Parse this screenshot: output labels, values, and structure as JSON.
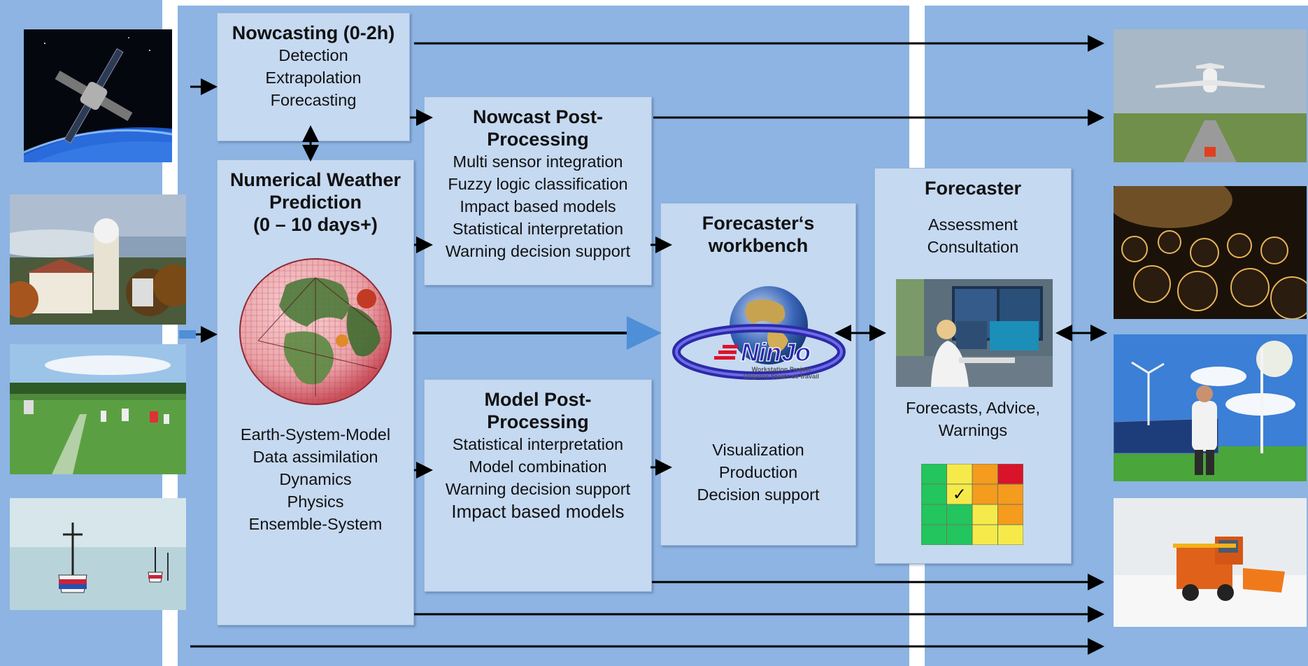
{
  "nowcasting": {
    "title": "Nowcasting (0-2h)",
    "items": [
      "Detection",
      "Extrapolation",
      "Forecasting"
    ]
  },
  "nwp": {
    "title_lines": [
      "Numerical Weather",
      "Prediction",
      "(0 – 10 days+)"
    ],
    "items": [
      "Earth-System-Model",
      "Data assimilation",
      "Dynamics",
      "Physics",
      "Ensemble-System"
    ]
  },
  "nowcast_post": {
    "title_lines": [
      "Nowcast Post-",
      "Processing"
    ],
    "items": [
      "Multi sensor integration",
      "Fuzzy  logic classification",
      "Impact based models",
      "Statistical interpretation",
      "Warning decision support"
    ]
  },
  "model_post": {
    "title_lines": [
      "Model Post-",
      "Processing"
    ],
    "items": [
      "Statistical interpretation",
      "Model combination",
      "Warning decision support",
      "Impact based models"
    ]
  },
  "workbench": {
    "title_lines": [
      "Forecaster‘s",
      "workbench"
    ],
    "logo_text": "NinJo",
    "logo_subtext": [
      "Workstation Project",
      "Ungarns Staats de travail"
    ],
    "items": [
      "Visualization",
      "Production",
      "Decision support"
    ]
  },
  "forecaster": {
    "title": "Forecaster",
    "items_top": [
      "Assessment",
      "Consultation"
    ],
    "items_bottom": [
      "Forecasts, Advice,",
      "Warnings"
    ]
  },
  "colors": {
    "panel": "#8db4e2",
    "box": "#c5d9f1",
    "arrow": "#000000",
    "main_arrow": "#4f8fd8",
    "warning_matrix": [
      [
        "#22c55e",
        "#f5ea4a",
        "#f59b1d",
        "#d8132a"
      ],
      [
        "#22c55e",
        "#f5ea4a",
        "#f59b1d",
        "#f59b1d"
      ],
      [
        "#22c55e",
        "#22c55e",
        "#f5ea4a",
        "#f59b1d"
      ],
      [
        "#22c55e",
        "#22c55e",
        "#f5ea4a",
        "#f5ea4a"
      ]
    ],
    "checked_cell": "✓"
  },
  "icons": {
    "left_photos": [
      "satellite-photo",
      "weather-station-tower-photo",
      "measurement-field-photo",
      "weather-buoy-photo"
    ],
    "right_photos": [
      "airplane-takeoff-photo",
      "crowd-photo",
      "wind-solar-energy-photo",
      "snow-plow-photo"
    ],
    "center": [
      "globe-model-icon",
      "ninjo-logo-icon",
      "forecaster-workstation-photo",
      "warning-matrix-icon"
    ]
  }
}
